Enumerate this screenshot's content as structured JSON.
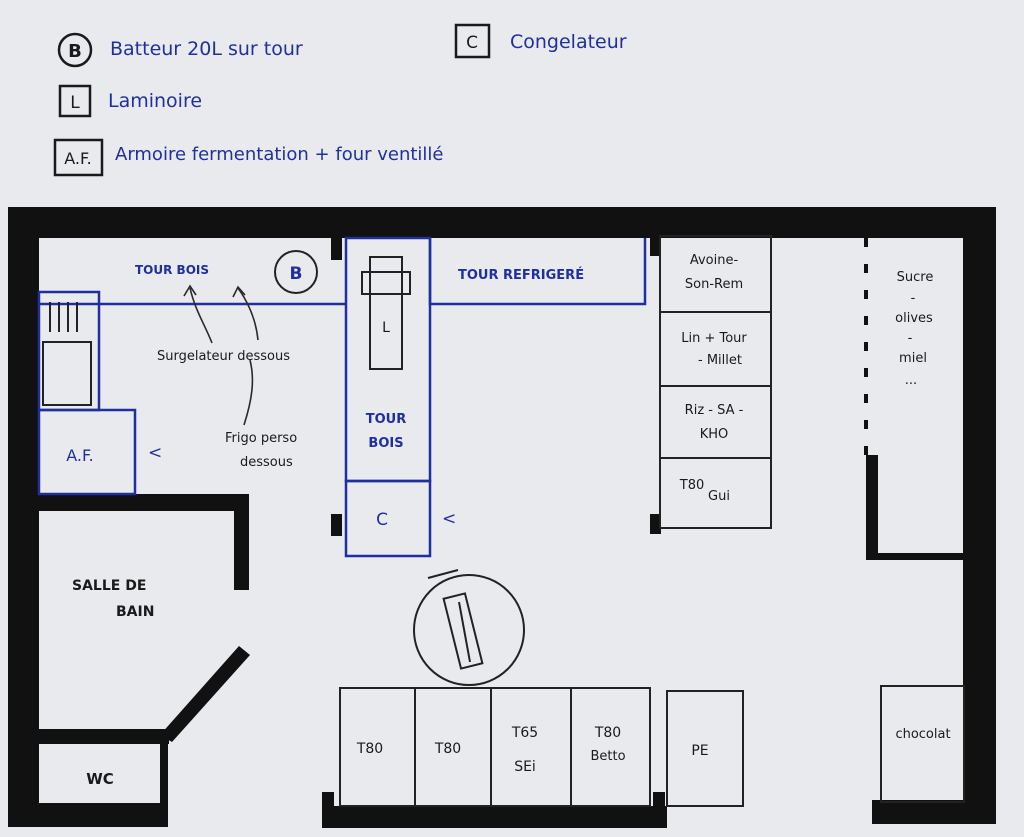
{
  "colors": {
    "paper": "#e9eaee",
    "wall": "#111111",
    "blue_ink": "#1f2f9e",
    "pencil": "#2a2a2a"
  },
  "legend": {
    "b": {
      "symbol": "B",
      "text": "Batteur 20L sur tour"
    },
    "c": {
      "symbol": "C",
      "text": "Congelateur"
    },
    "l": {
      "symbol": "L",
      "text": "Laminoire"
    },
    "af": {
      "symbol": "A.F.",
      "text": "Armoire fermentation + four ventillé"
    }
  },
  "plan": {
    "tour_bois_top": "TOUR BOIS",
    "batteur_symbol": "B",
    "tour_refrigere": "TOUR REFRIGERÉ",
    "laminoire_symbol": "L",
    "tour_bois_center_1": "TOUR",
    "tour_bois_center_2": "BOIS",
    "congelateur_symbol": "C",
    "af_symbol": "A.F.",
    "arrow_af": "<",
    "arrow_c": "<",
    "surgelateur": "Surgelateur dessous",
    "frigo_1": "Frigo perso",
    "frigo_2": "dessous",
    "salle_1": "SALLE DE",
    "salle_2": "BAIN",
    "wc": "WC",
    "shelves": [
      {
        "line1": "Avoine-",
        "line2": "Son-Rem"
      },
      {
        "line1": "Lin + Tour",
        "line2": "- Millet"
      },
      {
        "line1": "Riz - SA -",
        "line2": "KHO"
      },
      {
        "line1": "T80",
        "line2": "Gui"
      }
    ],
    "right_wall": {
      "l1": "Sucre",
      "l2": "-",
      "l3": "olives",
      "l4": "-",
      "l5": "miel",
      "l6": "..."
    },
    "bins": [
      {
        "line1": "T80",
        "line2": ""
      },
      {
        "line1": "T80",
        "line2": ""
      },
      {
        "line1": "T65",
        "line2": "SEi"
      },
      {
        "line1": "T80",
        "line2": "Betto"
      }
    ],
    "pe": "PE",
    "chocolat": "chocolat"
  }
}
